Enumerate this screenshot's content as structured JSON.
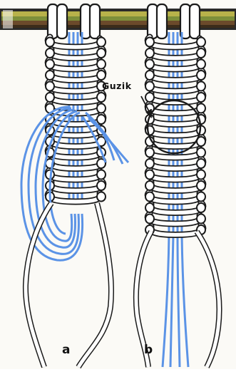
{
  "annotations": {
    "button_label": "Guzik",
    "example_a": "a",
    "example_b": "b"
  },
  "colors": {
    "cord_white": "#ffffff",
    "cord_outline": "#1a1a1a",
    "cord_blue": "#5b93e6",
    "bar_green": "#8a9a3a",
    "bar_brown": "#6b4a2b",
    "background": "#fbfaf6"
  },
  "figures": [
    {
      "id": "a",
      "description_key": "example_a",
      "blue_cords_swept_left": true
    },
    {
      "id": "b",
      "description_key": "example_b",
      "has_button_circle": true
    }
  ]
}
